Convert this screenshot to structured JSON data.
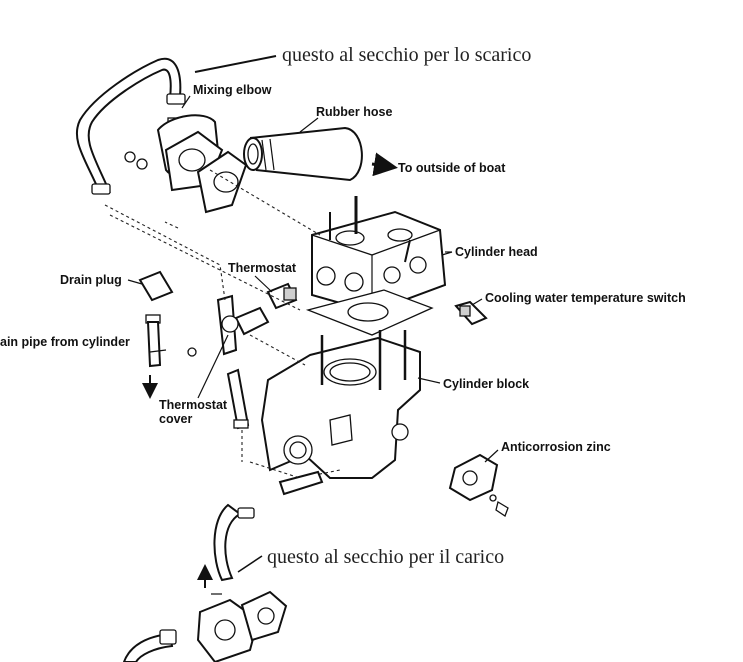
{
  "labels": {
    "mixing_elbow": "Mixing elbow",
    "rubber_hose": "Rubber hose",
    "outside_boat": "To outside of boat",
    "cylinder_head": "Cylinder head",
    "thermostat": "Thermostat",
    "drain_plug": "Drain plug",
    "cooling_switch": "Cooling water temperature switch",
    "drain_pipe": "ain pipe from cylinder",
    "thermostat_cover_1": "Thermostat",
    "thermostat_cover_2": "cover",
    "cylinder_block": "Cylinder block",
    "anticorrosion_zinc": "Anticorrosion zinc"
  },
  "annotations": {
    "top": "questo al secchio per lo scarico",
    "bottom": "questo al secchio per il carico"
  }
}
